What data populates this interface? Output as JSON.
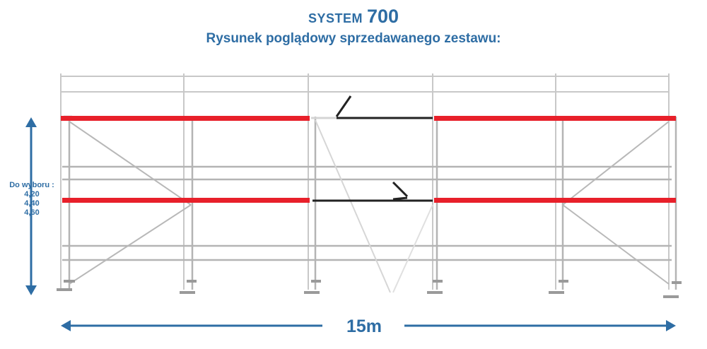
{
  "header": {
    "system_label": "SYSTEM",
    "system_number": "700",
    "subtitle": "Rysunek poglądowy sprzedawanego zestawu:"
  },
  "height_dimension": {
    "label": "Do wyboru :",
    "options": [
      "4,20",
      "4,40",
      "4,60"
    ]
  },
  "width_dimension": {
    "label": "15m"
  },
  "colors": {
    "text": "#2e6da4",
    "platform": "#e8202a",
    "frame": "#bfbfbf",
    "ladder": "#222222"
  }
}
